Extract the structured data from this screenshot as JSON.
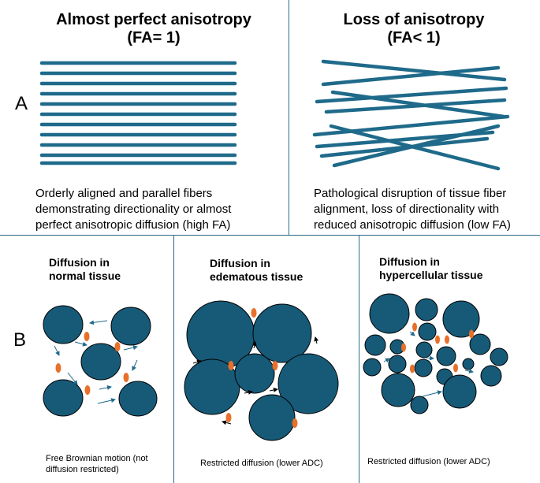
{
  "panel_a": {
    "label": "A",
    "left": {
      "title_line1": "Almost perfect anisotropy",
      "title_line2": "(FA= 1)",
      "caption_lines": [
        "Orderly aligned and parallel fibers",
        "demonstrating directionality or almost",
        "perfect anisotropic diffusion (high FA)"
      ]
    },
    "right": {
      "title_line1": "Loss of anisotropy",
      "title_line2": "(FA< 1)",
      "caption_lines": [
        "Pathological disruption of tissue fiber",
        "alignment, loss of directionality with",
        "reduced anisotropic diffusion (low FA)"
      ]
    }
  },
  "panel_b": {
    "label": "B",
    "normal": {
      "title_line1": "Diffusion in",
      "title_line2": "normal tissue",
      "caption_line1": "Free Brownian motion (not",
      "caption_line2": "diffusion restricted)"
    },
    "edematous": {
      "title_line1": "Diffusion in",
      "title_line2": "edematous tissue",
      "caption": "Restricted diffusion (lower ADC)"
    },
    "hypercellular": {
      "title_line1": "Diffusion in",
      "title_line2": "hypercellular tissue",
      "caption": "Restricted diffusion (lower ADC)"
    }
  },
  "colors": {
    "fiber": "#1f6a8a",
    "cell": "#165a78",
    "water": "#e8702a",
    "divider": "#2a6a86"
  }
}
